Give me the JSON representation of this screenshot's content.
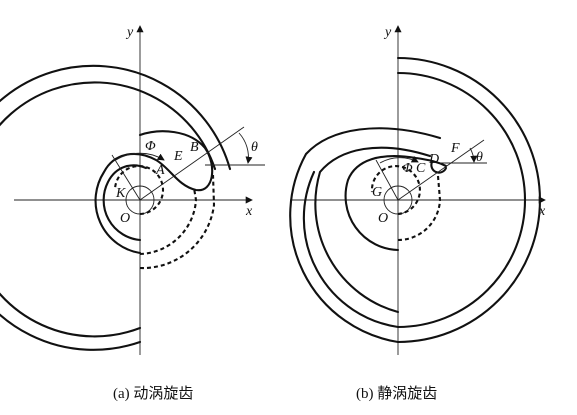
{
  "panels": [
    {
      "id": "a",
      "caption": "(a) 动涡旋齿",
      "axis_x": "x",
      "axis_y": "y",
      "points": [
        "O",
        "K",
        "A",
        "E",
        "B"
      ],
      "angles": [
        "Φ",
        "θ"
      ]
    },
    {
      "id": "b",
      "caption": "(b) 静涡旋齿",
      "axis_x": "x",
      "axis_y": "y",
      "points": [
        "O",
        "G",
        "C",
        "D",
        "F"
      ],
      "angles": [
        "Φ",
        "θ"
      ]
    }
  ],
  "colors": {
    "stroke": "#111111",
    "background": "#ffffff"
  }
}
